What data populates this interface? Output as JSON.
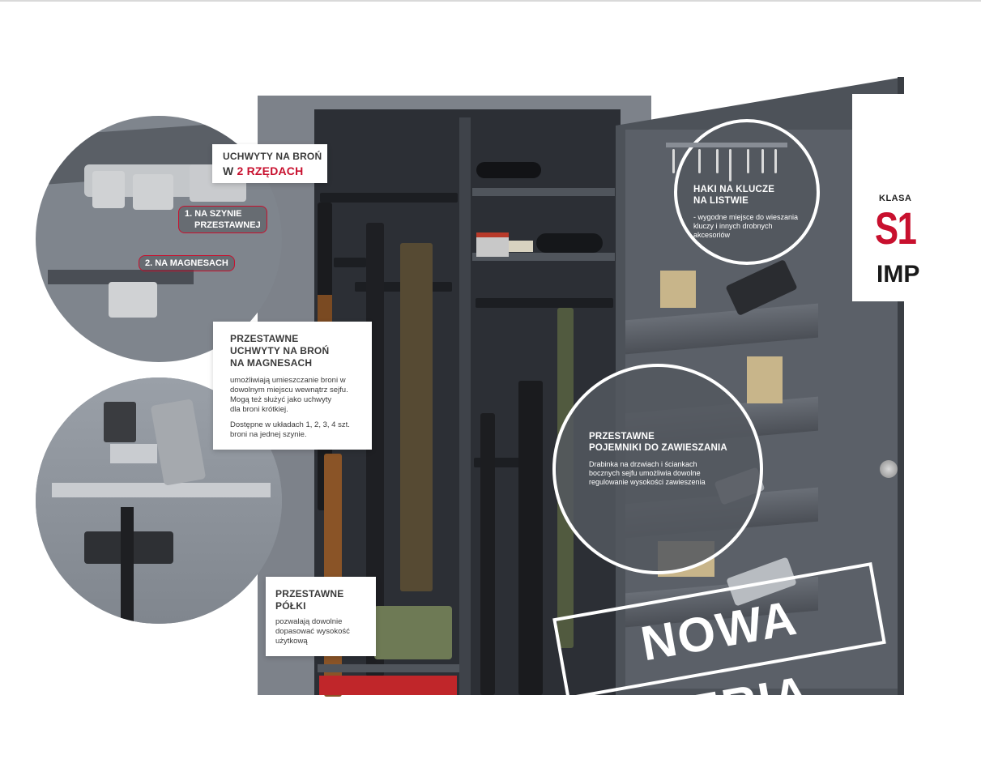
{
  "labels": {
    "rzedach_line1": "UCHWYTY NA BROŃ",
    "rzedach_w": "W ",
    "rzedach_accent": "2 RZĘDACH",
    "pill1_line1": "1. NA SZYNIE",
    "pill1_line2": "PRZESTAWNEJ",
    "pill2": "2. NA MAGNESACH",
    "magnes_title1": "PRZESTAWNE",
    "magnes_title2": "UCHWYTY NA BROŃ",
    "magnes_title3": "NA MAGNESACH",
    "magnes_p1_1": "umożliwiają umieszczanie broni w",
    "magnes_p1_2": "dowolnym miejscu wewnątrz sejfu.",
    "magnes_p1_3": "Mogą też służyć jako uchwyty",
    "magnes_p1_4": "dla broni krótkiej.",
    "magnes_p2_1": "Dostępne w układach 1, 2, 3, 4 szt.",
    "magnes_p2_2": "broni na jednej szynie.",
    "polki_title1": "PRZESTAWNE",
    "polki_title2": "PÓŁKI",
    "polki_p1": "pozwalają dowolnie",
    "polki_p2": "dopasować wysokość",
    "polki_p3": "użytkową",
    "haki_title1": "HAKI NA KLUCZE",
    "haki_title2": "NA LISTWIE",
    "haki_p1": "- wygodne miejsce do wieszania",
    "haki_p2": "kluczy i innych drobnych",
    "haki_p3": "akcesoriów",
    "pojemniki_title1": "PRZESTAWNE",
    "pojemniki_title2": "POJEMNIKI DO ZAWIESZANIA",
    "pojemniki_p1": "Drabinka na drzwiach i ściankach",
    "pojemniki_p2": "bocznych sejfu umożliwia dowolne",
    "pojemniki_p3": "regulowanie wysokości zawieszenia"
  },
  "badge": {
    "klasa": "KLASA",
    "class_code": "S1",
    "variant": "IMP"
  },
  "stamp": "NOWA SERIA",
  "colors": {
    "accent": "#c8102e",
    "safe_body": "#7d828a",
    "safe_interior": "#2c2f35",
    "door": "#4d5259"
  },
  "icons": [
    "key-hook-icon",
    "pistol-icon",
    "rifle-icon",
    "binoculars-icon",
    "ammo-box-icon"
  ]
}
